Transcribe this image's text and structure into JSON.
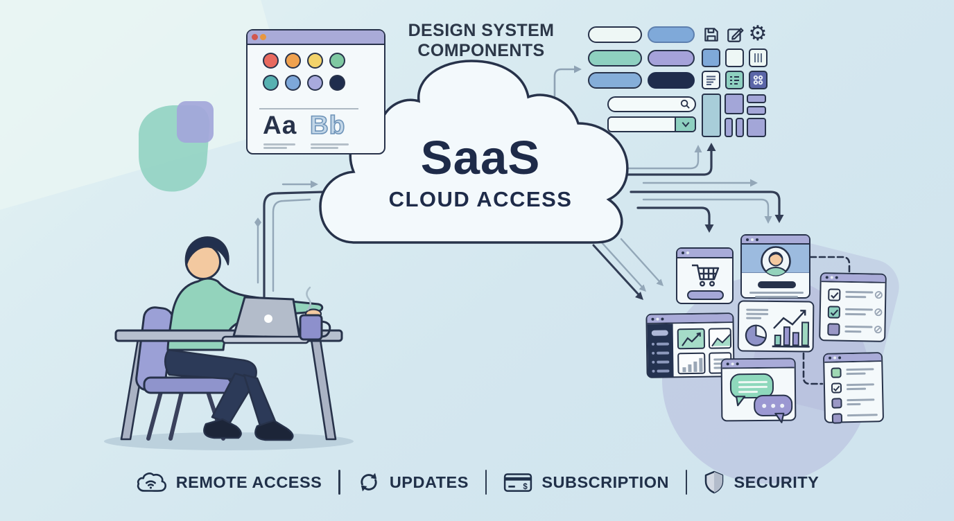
{
  "palette": {
    "background": "#d4e7ef",
    "ink_outline": "#27324a",
    "titlebar_purple": "#a9abd8",
    "button_blue": "#7fa9d9",
    "button_teal": "#8ed0c0",
    "button_purple": "#a5a2da",
    "button_navy": "#1f2c4c",
    "mint_green": "#93d3bc",
    "accent_lavender": "#a3a6d8",
    "skin": "#f3c9a0"
  },
  "design_header": {
    "line1": "DESIGN SYSTEM",
    "line2": "COMPONENTS"
  },
  "cloud": {
    "title": "SaaS",
    "subtitle": "CLOUD ACCESS"
  },
  "design_panel": {
    "type_sample_a": "Aa",
    "type_sample_b": "Bb",
    "swatch_colors_row1": [
      "#e96a5f",
      "#f0a24f",
      "#f3d36a",
      "#7fc9a2"
    ],
    "swatch_colors_row2": [
      "#57b1b1",
      "#7da7d9",
      "#a8aadd",
      "#1f2d4d"
    ]
  },
  "component_shelf": {
    "buttons": [
      {
        "style": "light-outline"
      },
      {
        "style": "blue-solid"
      },
      {
        "style": "teal-outline"
      },
      {
        "style": "purple-outline"
      },
      {
        "style": "blue-outline"
      },
      {
        "style": "navy-solid"
      }
    ],
    "icons": [
      "save-icon",
      "edit-icon",
      "gear-icon"
    ],
    "tiles": [
      "blue-filled",
      "empty",
      "vertical-lines",
      "document-lines",
      "teal-list",
      "app-grid-dots"
    ],
    "search": {
      "value": "",
      "icon": "search-icon"
    },
    "dropdown": {
      "value": "",
      "icon": "chevron-down-icon"
    },
    "layout_blocks": [
      "tall-sidebar",
      "square",
      "column",
      "column",
      "row",
      "row",
      "square"
    ]
  },
  "windows": {
    "cart": {
      "icon": "shopping-cart-icon",
      "button": "purple-pill"
    },
    "profile": {
      "icon": "user-avatar-icon"
    },
    "dashboard": {
      "sidebar_items": 4,
      "cards": [
        "line-chart",
        "area-chart",
        "bar-chart",
        "text-lines"
      ]
    },
    "analytics": {
      "charts": [
        "pie-chart",
        "bar-chart",
        "trend-arrow"
      ]
    },
    "chat": {
      "bubbles": [
        "incoming-lines",
        "outgoing-dots"
      ]
    },
    "checklist_a": {
      "rows": [
        "checked-white",
        "checked-teal",
        "unchecked-purple"
      ]
    },
    "checklist_b": {
      "rows": [
        "unchecked-green",
        "checked-white",
        "unchecked-purple",
        "unchecked-purple"
      ]
    }
  },
  "features": [
    {
      "icon": "cloud-wifi-icon",
      "label": "REMOTE ACCESS"
    },
    {
      "icon": "sync-icon",
      "label": "UPDATES"
    },
    {
      "icon": "credit-card-icon",
      "label": "SUBSCRIPTION"
    },
    {
      "icon": "shield-icon",
      "label": "SECURITY"
    }
  ]
}
